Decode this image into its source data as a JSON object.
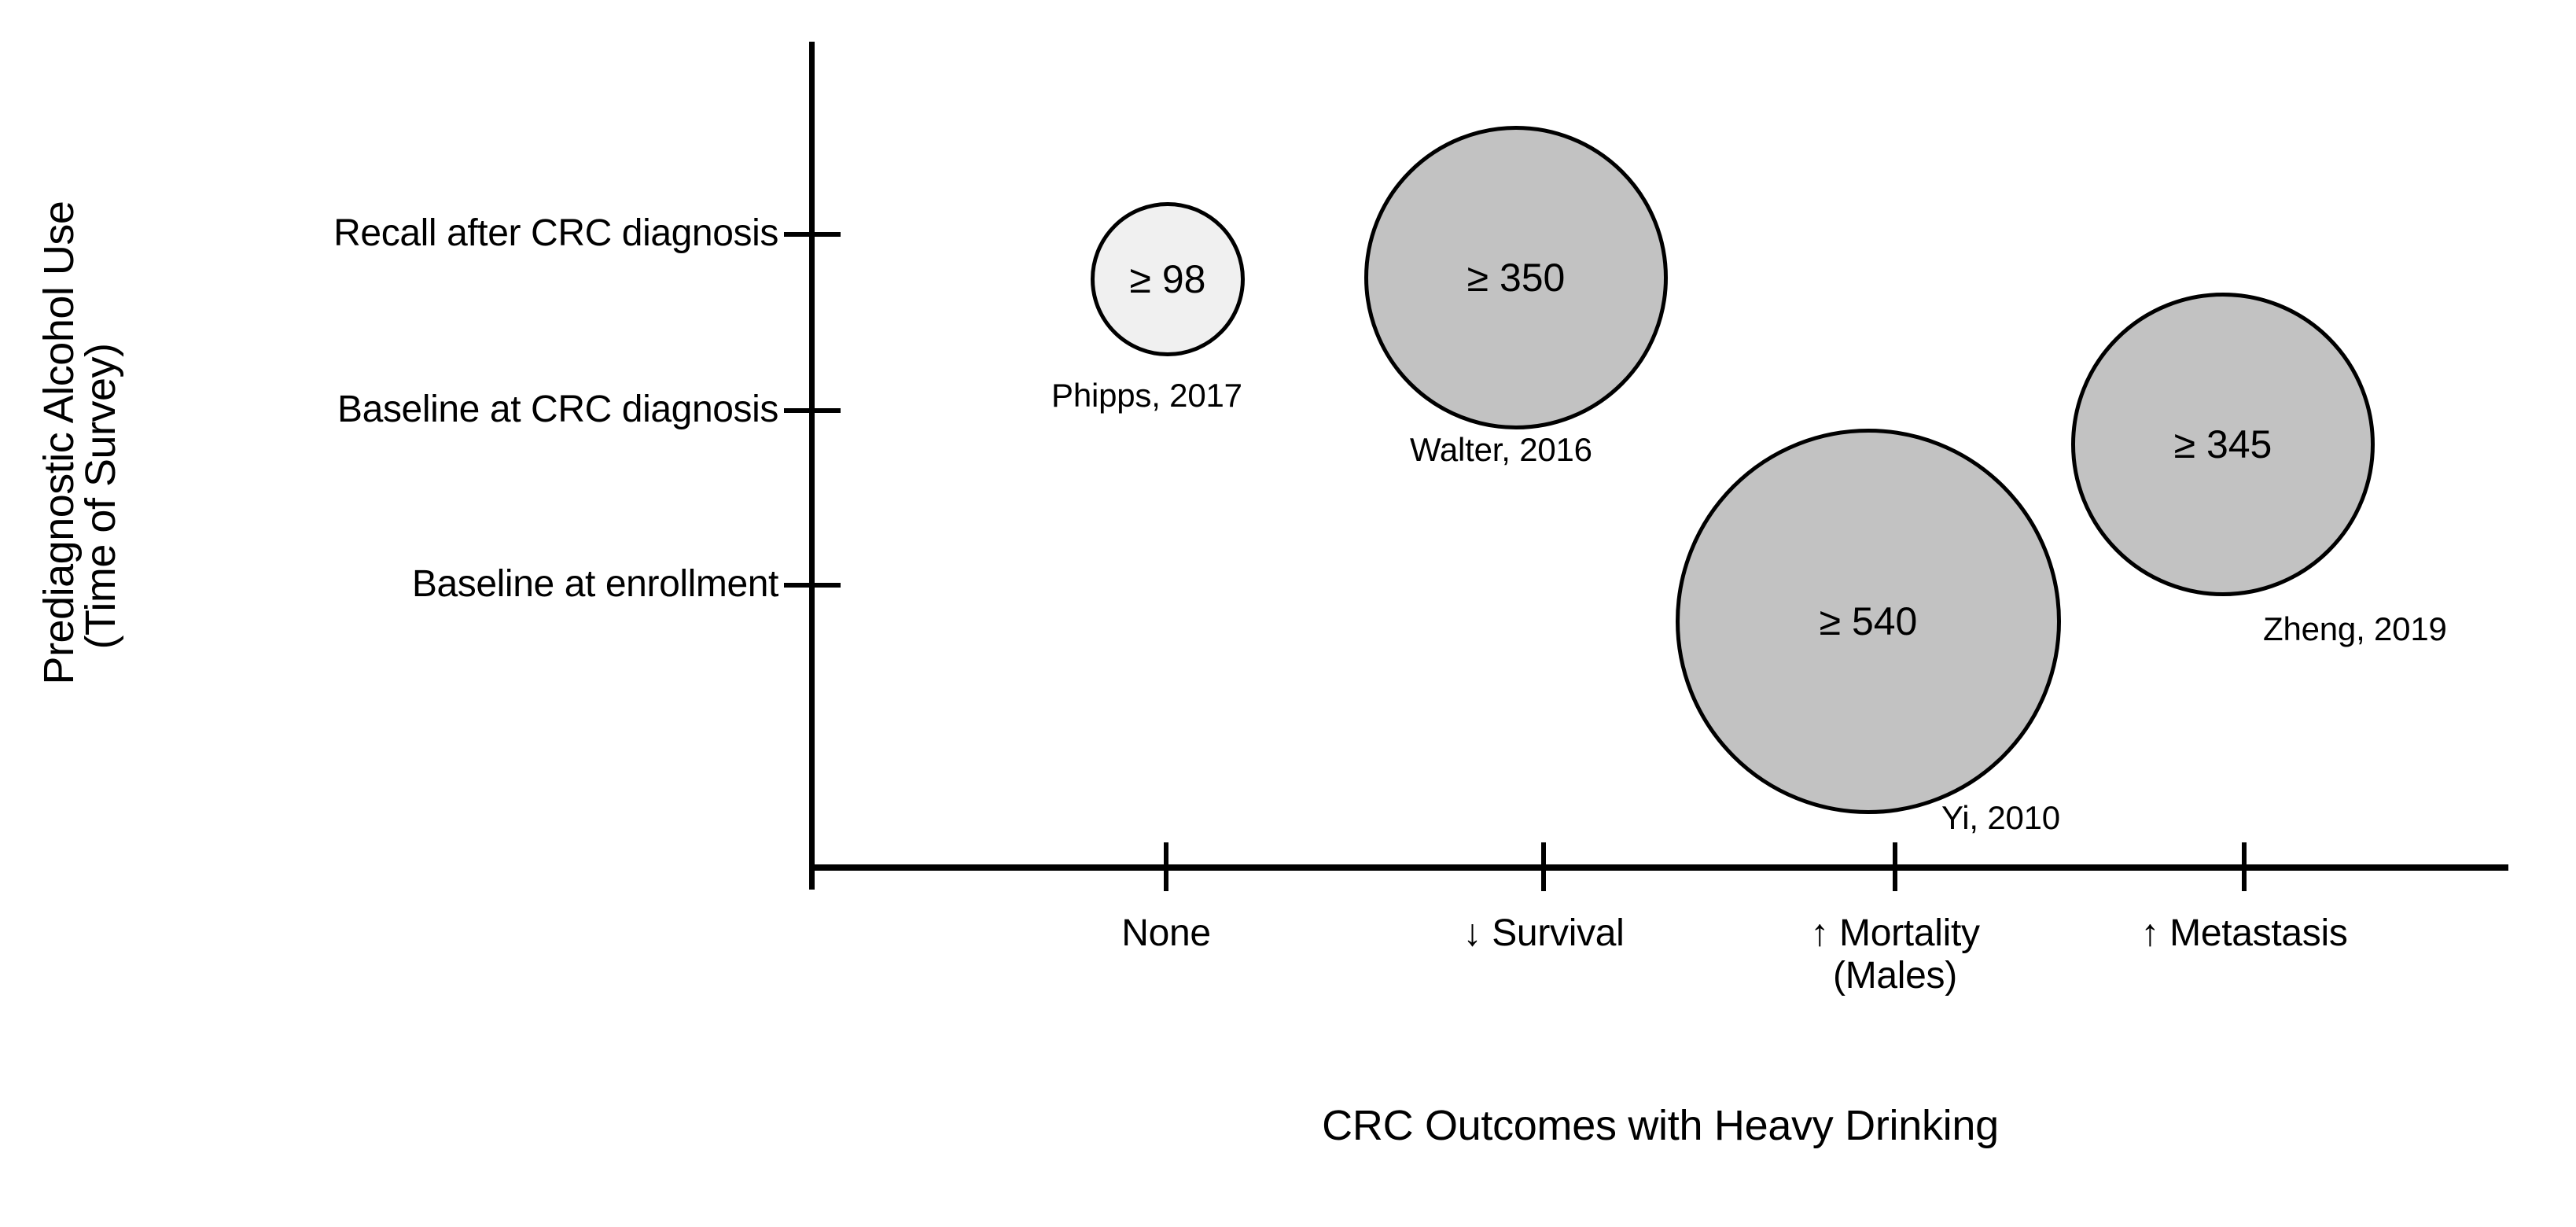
{
  "chart_data": {
    "type": "scatter",
    "title": "",
    "xlabel": "CRC Outcomes with Heavy Drinking",
    "ylabel": "Prediagnostic Alcohol Use (Time of Survey)",
    "ylabel_lines": [
      "Prediagnostic Alcohol Use",
      "(Time of Survey)"
    ],
    "x_categories": [
      "None",
      "↓ Survival",
      "↑ Mortality\n(Males)",
      "↑ Metastasis"
    ],
    "y_categories": [
      "Baseline at enrollment",
      "Baseline at CRC diagnosis",
      "Recall after CRC diagnosis"
    ],
    "grid": false,
    "legend": "none",
    "points": [
      {
        "citation": "Phipps, 2017",
        "value_label": "≥ 98",
        "value": 98,
        "x_category": "None",
        "y_category": "Recall after CRC diagnosis",
        "fill": "#f0f0f0",
        "stroke": "#000000"
      },
      {
        "citation": "Walter, 2016",
        "value_label": "≥ 350",
        "value": 350,
        "x_category": "↓ Survival",
        "y_category": "Recall after CRC diagnosis",
        "fill": "#c2c2c2",
        "stroke": "#000000"
      },
      {
        "citation": "Yi, 2010",
        "value_label": "≥ 540",
        "value": 540,
        "x_category": "↑ Mortality (Males)",
        "y_category": "Baseline at enrollment",
        "fill": "#c2c2c2",
        "stroke": "#000000"
      },
      {
        "citation": "Zheng, 2019",
        "value_label": "≥ 345",
        "value": 345,
        "x_category": "↑ Metastasis",
        "y_category": "Baseline at CRC diagnosis",
        "fill": "#c2c2c2",
        "stroke": "#000000"
      }
    ]
  },
  "axes": {
    "y_ticks": [
      {
        "label": "Recall after CRC diagnosis"
      },
      {
        "label": "Baseline at CRC diagnosis"
      },
      {
        "label": "Baseline at enrollment"
      }
    ],
    "x_ticks": [
      {
        "label": "None"
      },
      {
        "label": "↓ Survival"
      },
      {
        "label": "↑ Mortality\n(Males)"
      },
      {
        "label": "↑ Metastasis"
      }
    ],
    "y_title_line1": "Prediagnostic Alcohol Use",
    "y_title_line2": "(Time of Survey)",
    "x_title": "CRC Outcomes with Heavy Drinking"
  },
  "colors": {
    "axis": "#000000",
    "bubble_light": "#f0f0f0",
    "bubble_gray": "#c2c2c2",
    "background": "#ffffff"
  }
}
